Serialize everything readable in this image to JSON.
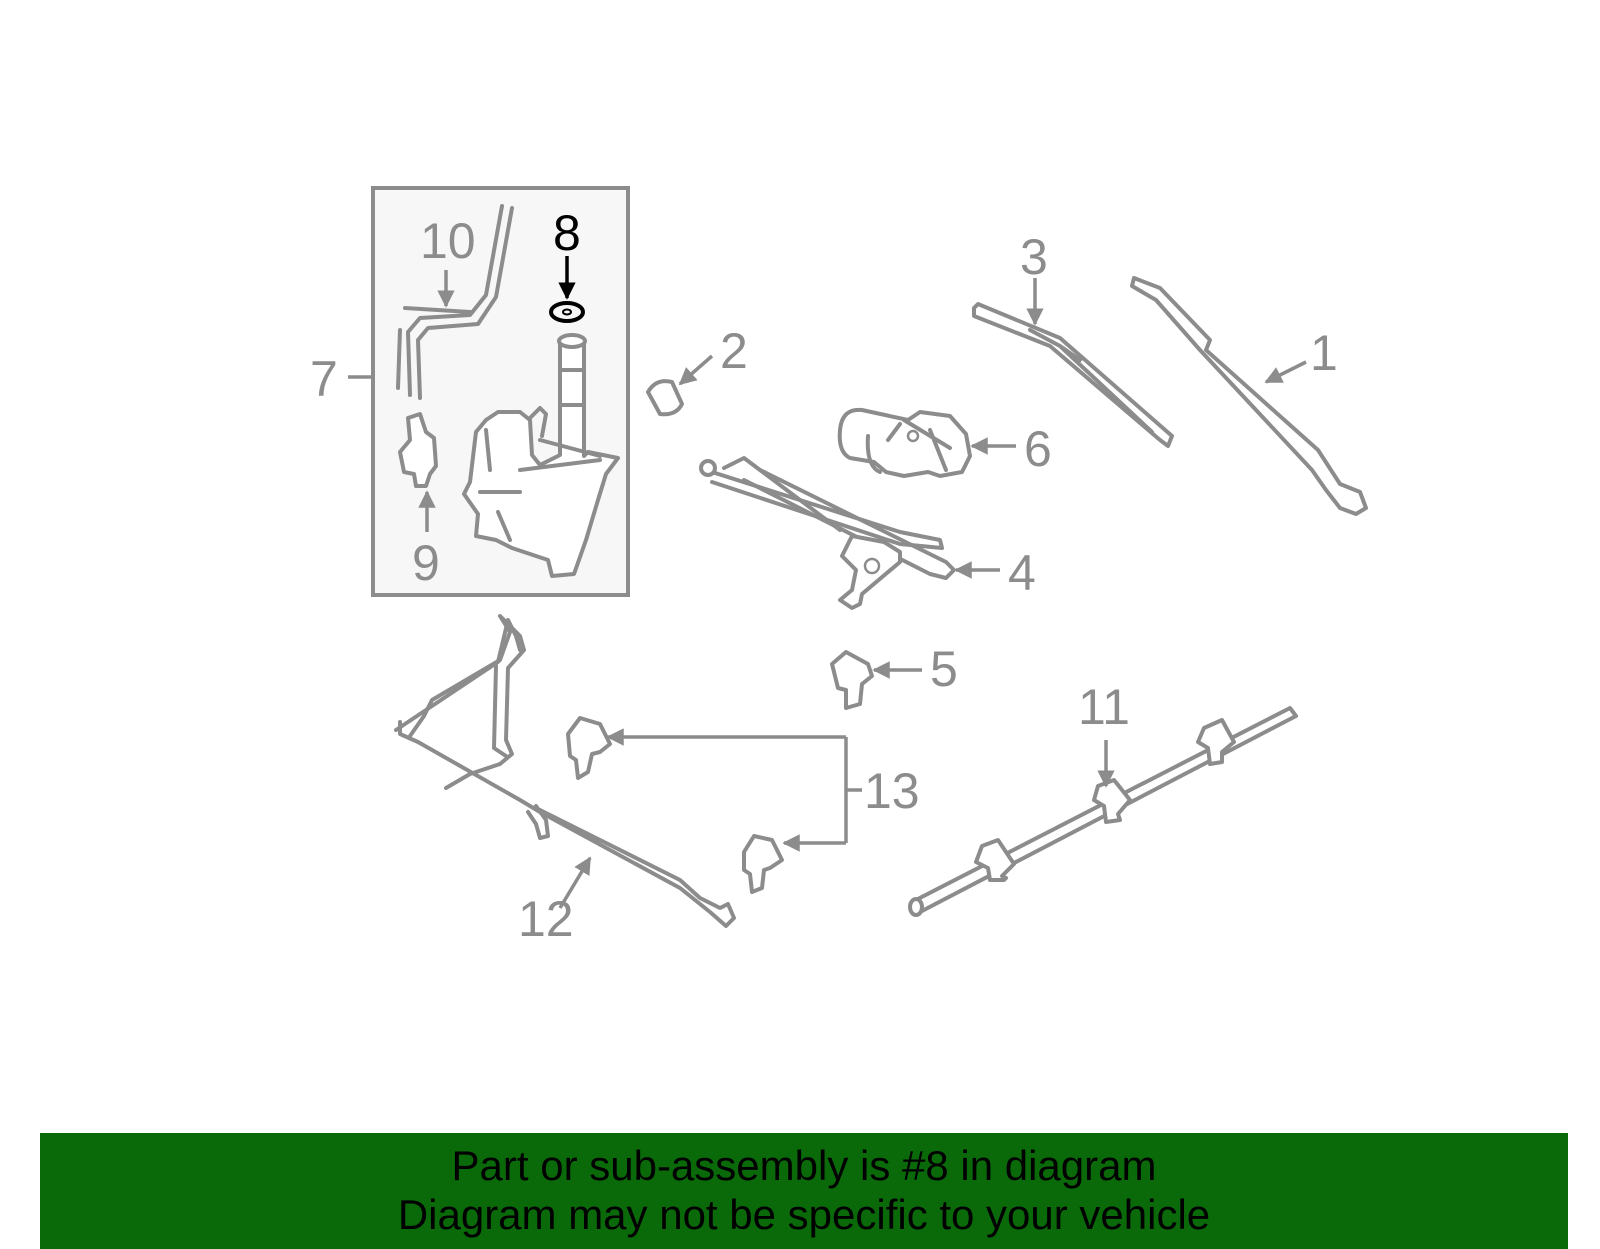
{
  "diagram": {
    "callouts": {
      "c1": "1",
      "c2": "2",
      "c3": "3",
      "c4": "4",
      "c5": "5",
      "c6": "6",
      "c7": "7",
      "c8": "8",
      "c9": "9",
      "c10": "10",
      "c11": "11",
      "c12": "12",
      "c13": "13"
    },
    "highlighted_part": "8",
    "colors": {
      "line": "#8c8c8c",
      "highlight": "#000000",
      "banner": "#0a6a0a"
    }
  },
  "banner": {
    "line1": "Part or sub-assembly is #8 in diagram",
    "line2": "Diagram may not be specific to your vehicle"
  }
}
